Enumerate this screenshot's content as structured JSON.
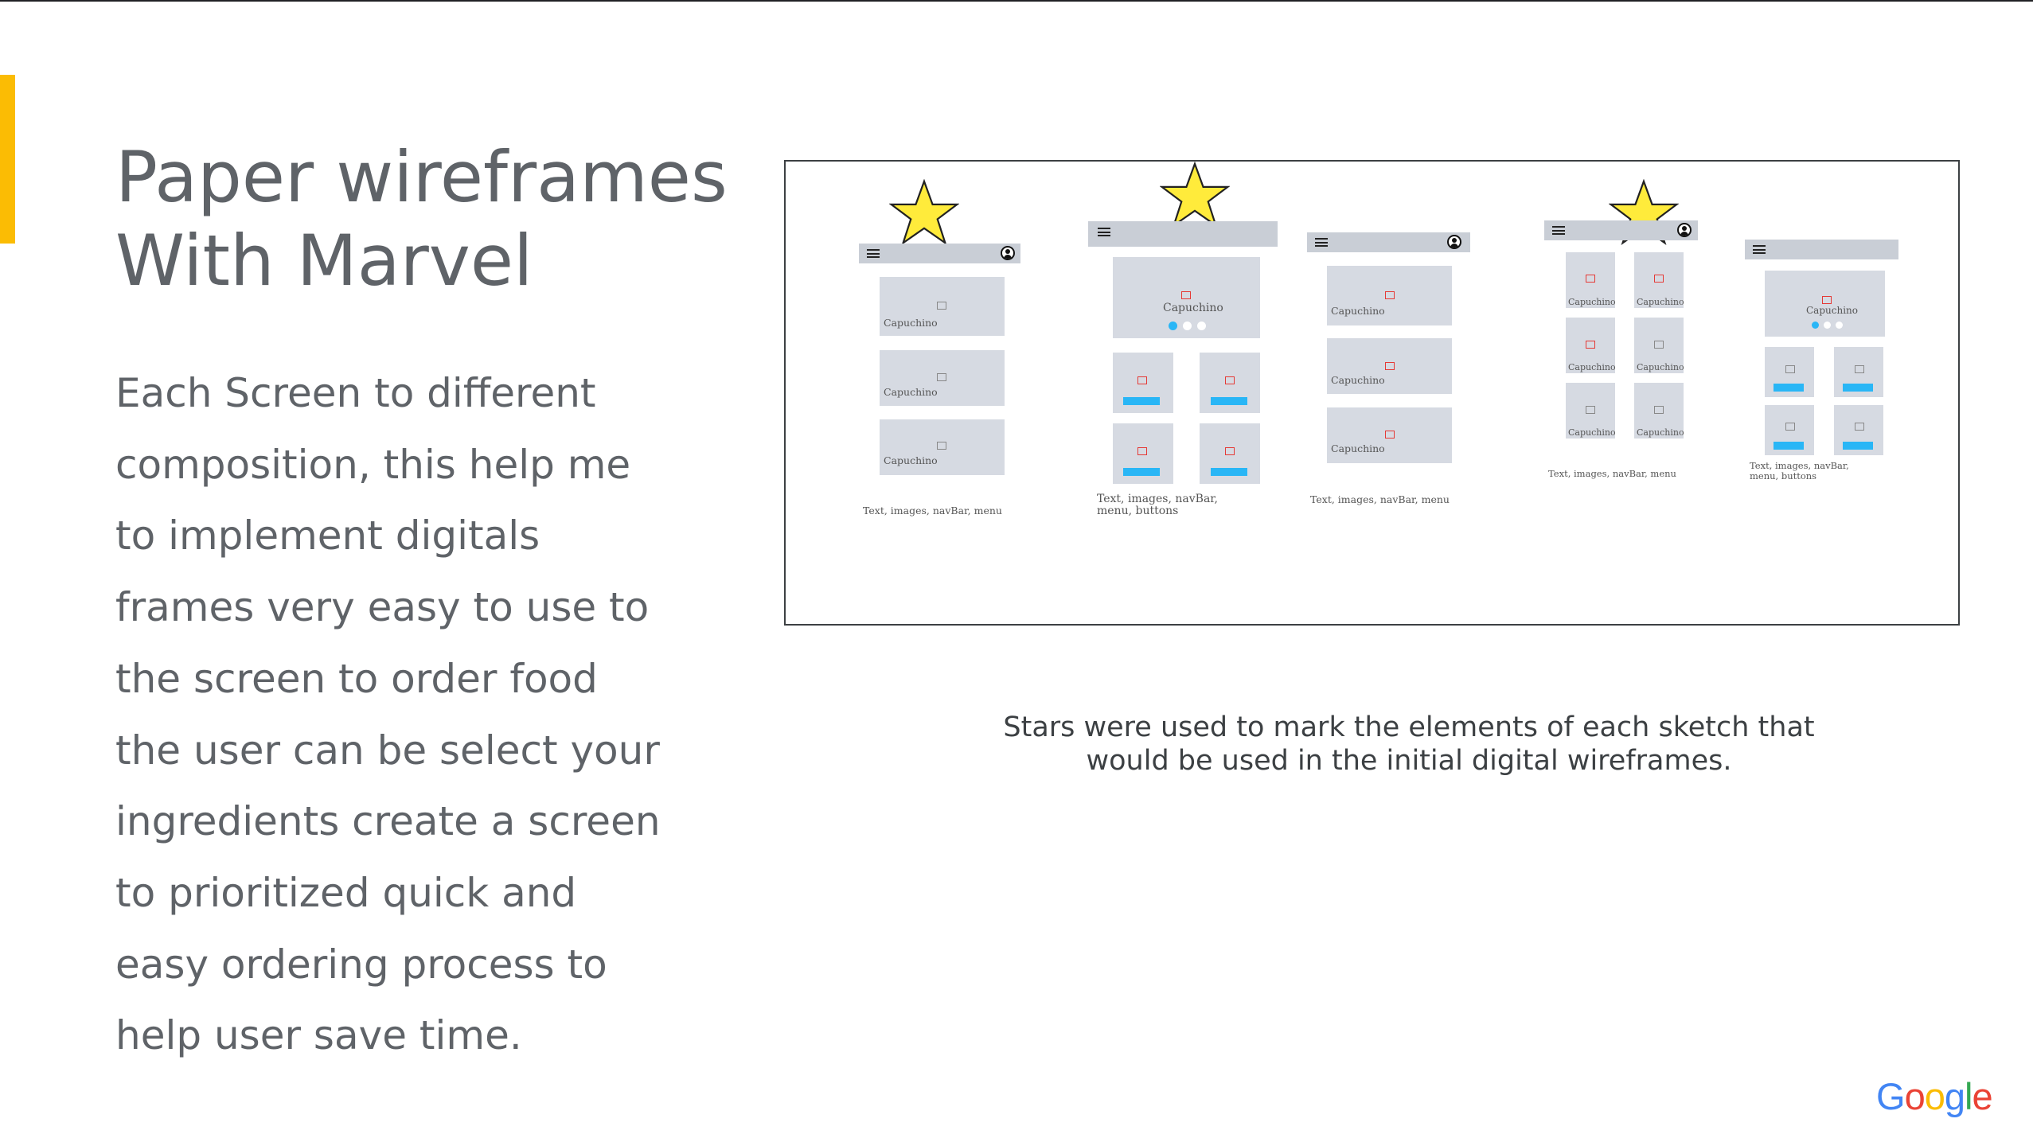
{
  "slide": {
    "title_lines": [
      "Paper wireframes",
      "With Marvel"
    ],
    "body_lines": [
      "Each Screen to different",
      "composition, this help me",
      "to implement digitals",
      "frames very easy to use to",
      "the screen to order food",
      "the user can be select your",
      "ingredients create a screen",
      "to prioritized quick and",
      "easy ordering process to",
      "help user save time."
    ],
    "caption_lines": [
      "Stars were used to mark the elements of each sketch that",
      "would be used in the initial digital wireframes."
    ],
    "logo": {
      "letters": [
        "G",
        "o",
        "o",
        "g",
        "l",
        "e"
      ],
      "colors": [
        "#4285f4",
        "#ea4335",
        "#fbbc04",
        "#4285f4",
        "#34a853",
        "#ea4335"
      ]
    }
  },
  "colors": {
    "accent": "#fbbc04",
    "star_fill": "#ffeb3b",
    "nav_gray": "#c9ced6",
    "box_gray": "#d6dae2",
    "button_blue": "#29b6f6",
    "icon_red": "#e53935"
  },
  "wireframes": {
    "item_label": "Capuchino",
    "sketch_notes": [
      "Text, images, navBar, menu",
      "Text, images, navBar, menu, buttons",
      "Text, images, navBar, menu",
      "Text, images, navBar, menu",
      "Text, images, navBar, menu, buttons"
    ]
  }
}
